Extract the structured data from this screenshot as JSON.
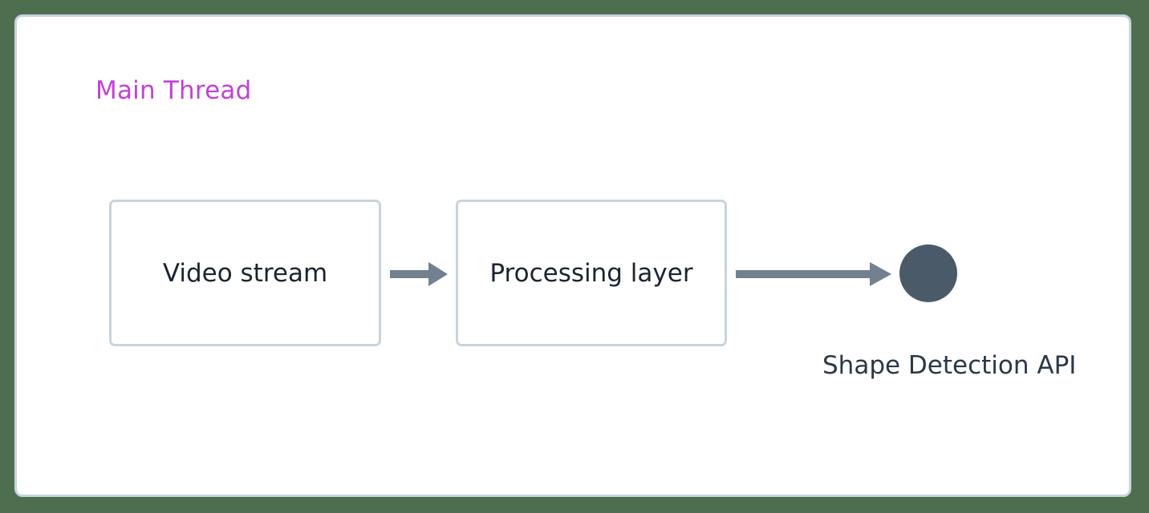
{
  "diagram": {
    "type": "flowchart",
    "direction": "left-to-right",
    "page_background_color": "#4d6f50",
    "canvas_background_color": "#ffffff",
    "canvas_border_color": "#c8d3dc",
    "subgraph": {
      "label": "Main Thread",
      "label_color": "#c341d8"
    },
    "nodes": [
      {
        "id": "video-stream",
        "shape": "rectangle",
        "label": "Video stream",
        "border_color": "#c8d3dc",
        "fill_color": "#ffffff",
        "text_color": "#1b2430"
      },
      {
        "id": "processing-layer",
        "shape": "rectangle",
        "label": "Processing layer",
        "border_color": "#c8d3dc",
        "fill_color": "#ffffff",
        "text_color": "#1b2430"
      },
      {
        "id": "shape-detection-api",
        "shape": "circle",
        "label": "Shape Detection API",
        "fill_color": "#4b5a69",
        "text_color": "#2c3847"
      }
    ],
    "edges": [
      {
        "id": "edge-video-to-processing",
        "from": "video-stream",
        "to": "processing-layer",
        "label": "",
        "color": "#72808f",
        "arrowhead": "filled-triangle"
      },
      {
        "id": "edge-processing-to-api",
        "from": "processing-layer",
        "to": "shape-detection-api",
        "label": "",
        "color": "#72808f",
        "arrowhead": "filled-triangle"
      }
    ]
  }
}
